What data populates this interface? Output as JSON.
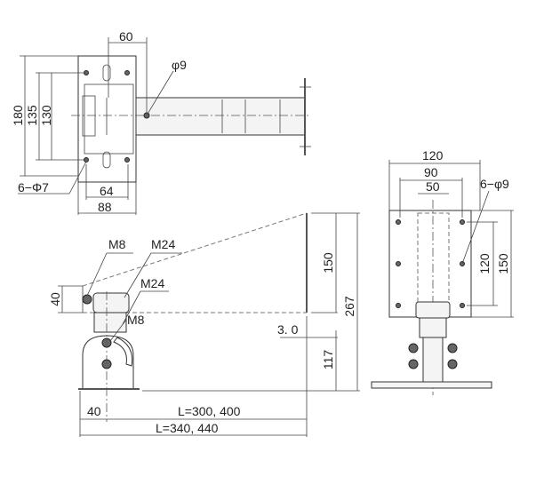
{
  "top_view": {
    "dim_width_top": "60",
    "hole_center": "φ9",
    "dim_height_outer": "180",
    "dim_height_mid": "135",
    "dim_height_inner": "130",
    "holes_plate": "6−Φ7",
    "dim_holes_spacing": "64",
    "dim_plate_width": "88"
  },
  "side_view": {
    "bolt_top": "M8",
    "nut_top": "M24",
    "nut_mid": "M24",
    "bolt_mid": "M8",
    "dim_left_height": "40",
    "dim_arm_height": "150",
    "dim_total_height": "267",
    "dim_thickness": "3. 0",
    "dim_lower_height": "117",
    "dim_offset": "40",
    "dim_length_inner": "L=300, 400",
    "dim_length_outer": "L=340, 440"
  },
  "end_view": {
    "dim_width_outer": "120",
    "dim_width_mid": "90",
    "dim_width_inner": "50",
    "holes_plate": "6−φ9",
    "dim_height_inner": "120",
    "dim_height_outer": "150"
  }
}
